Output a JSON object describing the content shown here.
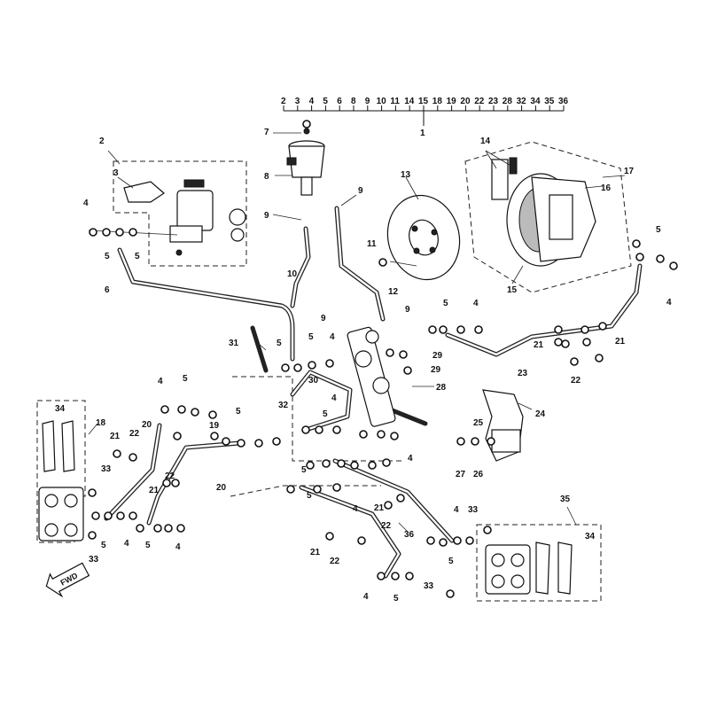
{
  "diagram": {
    "top_ref_numbers": [
      "2",
      "3",
      "4",
      "5",
      "6",
      "8",
      "9",
      "10",
      "11",
      "14",
      "15",
      "18",
      "19",
      "20",
      "22",
      "23",
      "28",
      "32",
      "34",
      "35",
      "36"
    ],
    "top_ref_group": "1",
    "fwd_label": "FWD",
    "labels": {
      "n1": "1",
      "n2": "2",
      "n3": "3",
      "n4": "4",
      "n5": "5",
      "n6": "6",
      "n7": "7",
      "n8": "8",
      "n9": "9",
      "n10": "10",
      "n11": "11",
      "n12": "12",
      "n13": "13",
      "n14": "14",
      "n15": "15",
      "n16": "16",
      "n17": "17",
      "n18": "18",
      "n19": "19",
      "n20": "20",
      "n21": "21",
      "n22": "22",
      "n23": "23",
      "n24": "24",
      "n25": "25",
      "n26": "26",
      "n27": "27",
      "n28": "28",
      "n29": "29",
      "n30": "30",
      "n31": "31",
      "n32": "32",
      "n33": "33",
      "n34": "34",
      "n35": "35",
      "n36": "36"
    }
  }
}
